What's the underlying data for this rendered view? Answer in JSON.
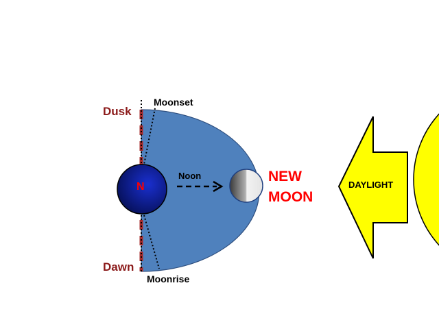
{
  "labels": {
    "dusk": "Dusk",
    "dawn": "Dawn",
    "moonset": "Moonset",
    "moonrise": "Moonrise",
    "noon": "Noon",
    "earth_pole": "N",
    "phase_line1": "NEW",
    "phase_line2": "MOON",
    "daylight": "DAYLIGHT"
  },
  "colors": {
    "day_region": "#4f81bd",
    "earth": "#0a1a8a",
    "moon_lit": "#e8e8e8",
    "moon_dark": "#606060",
    "sun": "#ffff00",
    "arrow_fill": "#ffff00",
    "terminator_dash": "#a52a2a",
    "time_label": "#8b1a1a",
    "phase_label": "#ff0000",
    "pole_label": "#ff0000"
  }
}
